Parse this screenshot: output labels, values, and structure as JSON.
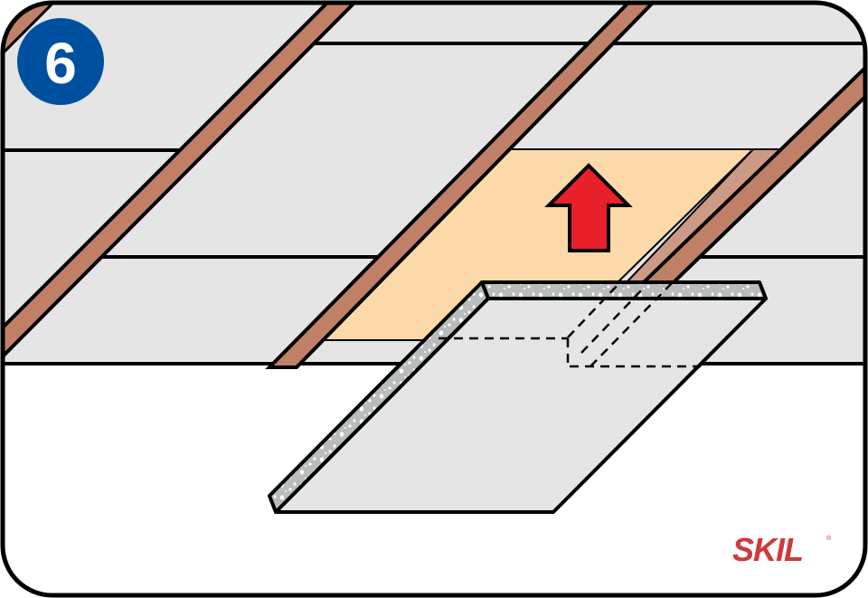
{
  "step": {
    "number": "6"
  },
  "brand": {
    "logo_text": "SKIL",
    "registered_mark": "®"
  },
  "icons": [
    "step-badge",
    "up-arrow-icon",
    "ceiling-tile",
    "joist"
  ],
  "colors": {
    "badge": "#0050a0",
    "ceiling": "#e5e5e5",
    "joist": "#c08068",
    "joist_light": "#cc9985",
    "gap": "#fcd9a8",
    "arrow": "#e8202a",
    "tile_edge": "#b8bcbd",
    "logo": "#d0393e"
  }
}
